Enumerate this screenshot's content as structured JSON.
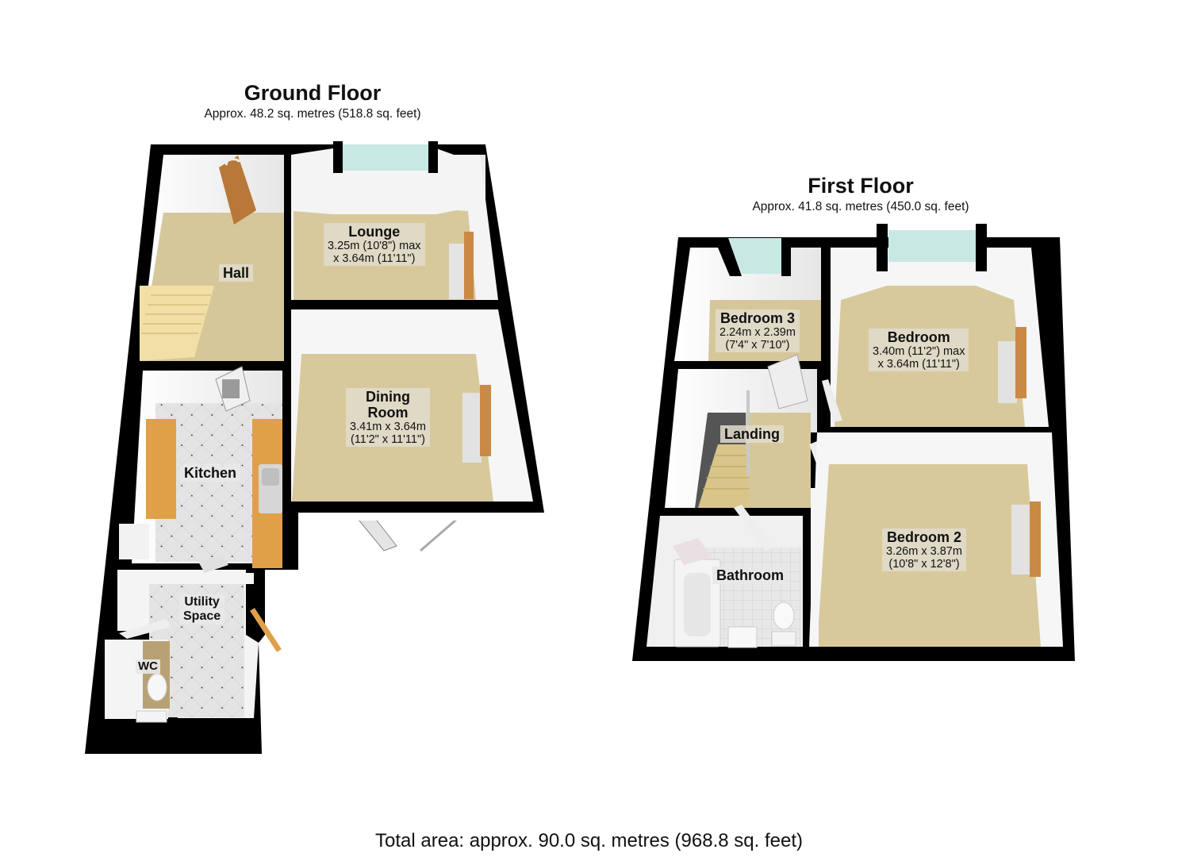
{
  "ground_floor": {
    "title": "Ground Floor",
    "area": "Approx. 48.2 sq. metres (518.8 sq. feet)",
    "rooms": [
      {
        "name": "Hall",
        "dims1": "",
        "dims2": ""
      },
      {
        "name": "Lounge",
        "dims1": "3.25m (10'8\") max",
        "dims2": "x 3.64m (11'11\")"
      },
      {
        "name": "Dining",
        "name2": "Room",
        "dims1": "3.41m x 3.64m",
        "dims2": "(11'2\" x 11'11\")"
      },
      {
        "name": "Kitchen",
        "dims1": "",
        "dims2": ""
      },
      {
        "name": "Utility",
        "name2": "Space",
        "dims1": "",
        "dims2": ""
      },
      {
        "name": "WC",
        "dims1": "",
        "dims2": ""
      }
    ]
  },
  "first_floor": {
    "title": "First Floor",
    "area": "Approx. 41.8 sq. metres (450.0 sq. feet)",
    "rooms": [
      {
        "name": "Bedroom 3",
        "dims1": "2.24m x 2.39m",
        "dims2": "(7'4\" x 7'10\")"
      },
      {
        "name": "Bedroom",
        "dims1": "3.40m (11'2\") max",
        "dims2": "x 3.64m (11'11\")"
      },
      {
        "name": "Landing",
        "dims1": "",
        "dims2": ""
      },
      {
        "name": "Bedroom 2",
        "dims1": "3.26m x 3.87m",
        "dims2": "(10'8\" x 12'8\")"
      },
      {
        "name": "Bathroom",
        "dims1": "",
        "dims2": ""
      }
    ]
  },
  "total_area": "Total area: approx. 90.0 sq. metres (968.8 sq. feet)",
  "colors": {
    "wall": "#000000",
    "carpet": "#d9c99b",
    "tile": "#e2e2e2",
    "worktop": "#e0a048",
    "stairs": "#f0dca0",
    "window": "#c8e8e4",
    "door": "#b87838"
  }
}
